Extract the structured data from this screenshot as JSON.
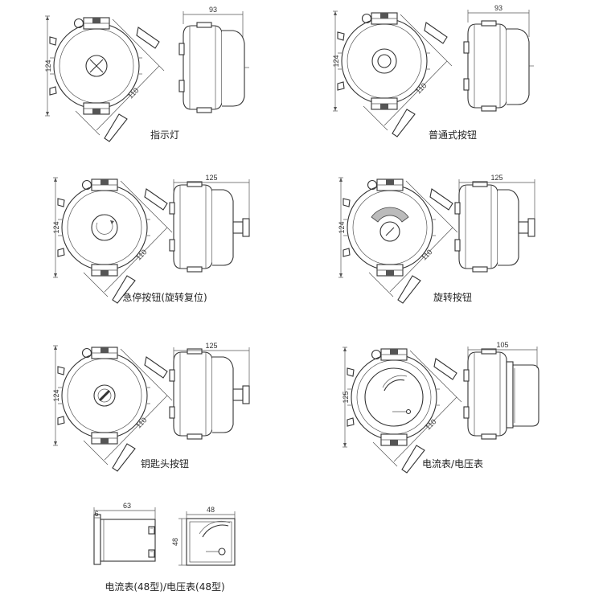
{
  "panels": [
    {
      "caption": "指示灯",
      "height_dim": "124",
      "diag_dim": "110",
      "top_dim": "93",
      "symbol": "lamp-x-icon"
    },
    {
      "caption": "普通式按钮",
      "height_dim": "124",
      "diag_dim": "110",
      "top_dim": "93",
      "symbol": "flush-button-icon"
    },
    {
      "caption": "急停按钮(旋转复位)",
      "height_dim": "124",
      "diag_dim": "110",
      "top_dim": "125",
      "symbol": "emergency-stop-icon"
    },
    {
      "caption": "旋转按钮",
      "height_dim": "124",
      "diag_dim": "110",
      "top_dim": "125",
      "symbol": "rotary-selector-icon"
    },
    {
      "caption": "钥匙头按钮",
      "height_dim": "124",
      "diag_dim": "110",
      "top_dim": "125",
      "symbol": "key-switch-icon"
    },
    {
      "caption": "电流表/电压表",
      "height_dim": "125",
      "diag_dim": "110",
      "top_dim": "105",
      "symbol": "meter-dial-icon"
    }
  ],
  "meter48": {
    "caption": "电流表(48型)/电压表(48型)",
    "side_width_dim": "63",
    "side_offset_dim": "6",
    "face_width_dim": "48",
    "face_height_dim": "48"
  }
}
